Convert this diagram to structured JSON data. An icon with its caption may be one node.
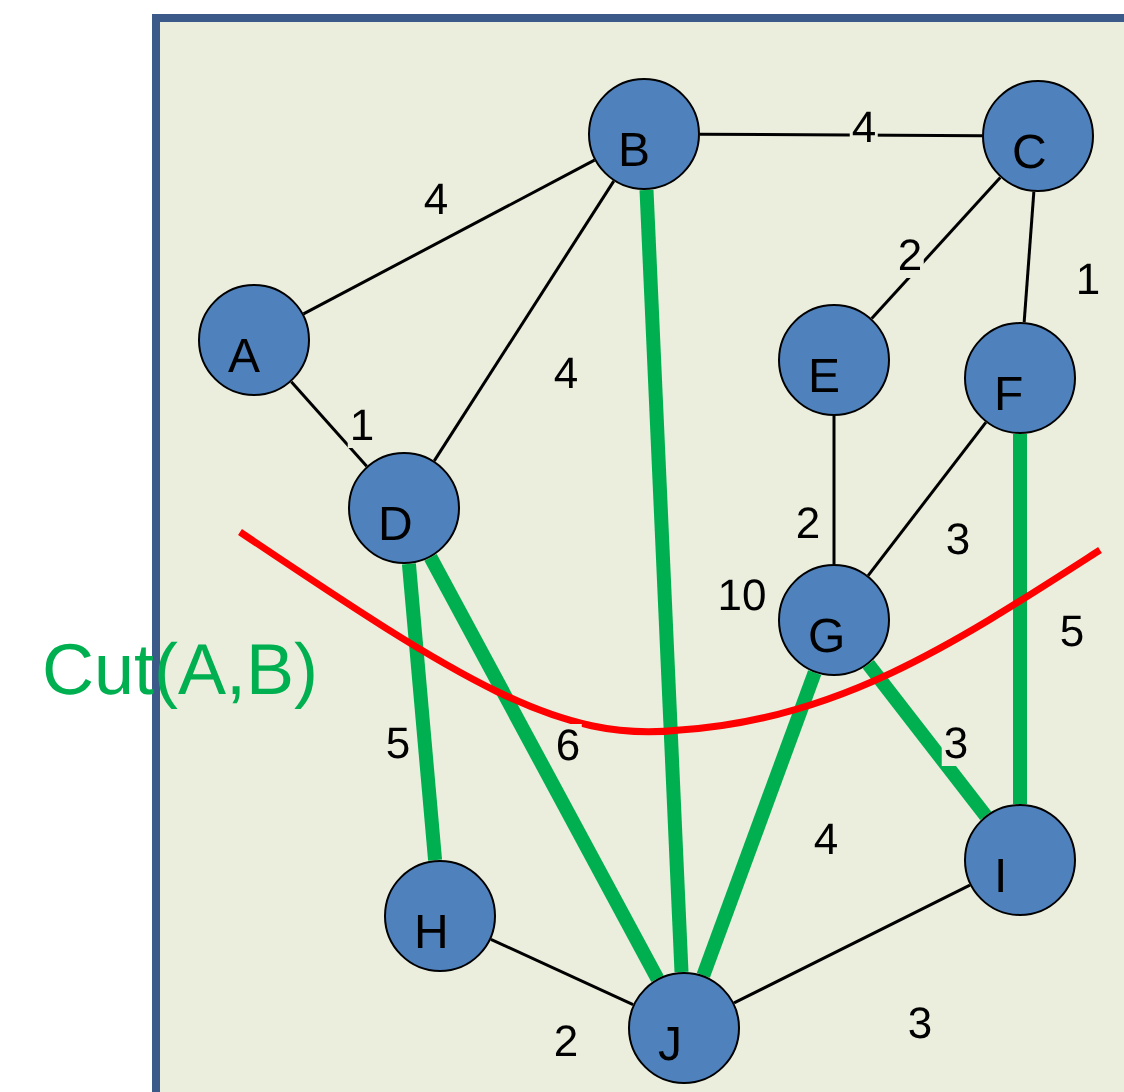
{
  "diagram": {
    "nodes": [
      {
        "text": [
          "A"
        ]
      },
      {
        "text": [
          "B"
        ]
      },
      {
        "text": [
          "C"
        ]
      },
      {
        "text": [
          "D"
        ]
      },
      {
        "text": [
          "E"
        ]
      },
      {
        "text": [
          "F"
        ]
      },
      {
        "text": [
          "G"
        ],
        "beside": [
          "10"
        ]
      },
      {
        "text": [
          "H"
        ]
      },
      {
        "text": [
          "I"
        ]
      },
      {
        "text": [
          "J"
        ]
      }
    ],
    "edges": [
      {
        "from": 0,
        "to": 1,
        "arrow": "none",
        "label": "4"
      },
      {
        "from": 1,
        "to": 2,
        "arrow": "none",
        "label": "4"
      },
      {
        "from": 0,
        "to": 3,
        "arrow": "none",
        "label": "1"
      },
      {
        "from": 1,
        "to": 3,
        "arrow": "none",
        "label": "4"
      },
      {
        "from": 2,
        "to": 4,
        "arrow": "none",
        "label": "2"
      },
      {
        "from": 2,
        "to": 5,
        "arrow": "none",
        "label": "1"
      },
      {
        "from": 4,
        "to": 6,
        "arrow": "none",
        "label": "2"
      },
      {
        "from": 5,
        "to": 6,
        "arrow": "none",
        "label": "3"
      },
      {
        "from": 1,
        "to": 9,
        "arrow": "none",
        "style": "thick",
        "color": "#00b050"
      },
      {
        "from": 3,
        "to": 7,
        "arrow": "none",
        "label": "5",
        "style": "thick",
        "color": "#00b050"
      },
      {
        "from": 3,
        "to": 9,
        "arrow": "none",
        "label": "6",
        "style": "thick",
        "color": "#00b050"
      },
      {
        "from": 6,
        "to": 9,
        "arrow": "none",
        "label": "4",
        "style": "thick",
        "color": "#00b050"
      },
      {
        "from": 6,
        "to": 8,
        "arrow": "none",
        "label": "3",
        "style": "thick",
        "color": "#00b050"
      },
      {
        "from": 5,
        "to": 8,
        "arrow": "none",
        "label": "5",
        "style": "thick",
        "color": "#00b050"
      },
      {
        "from": 7,
        "to": 9,
        "arrow": "none",
        "label": "2"
      },
      {
        "from": 9,
        "to": 8,
        "arrow": "none",
        "label": "3"
      }
    ],
    "labels": [
      "Cut(A,B)"
    ]
  }
}
